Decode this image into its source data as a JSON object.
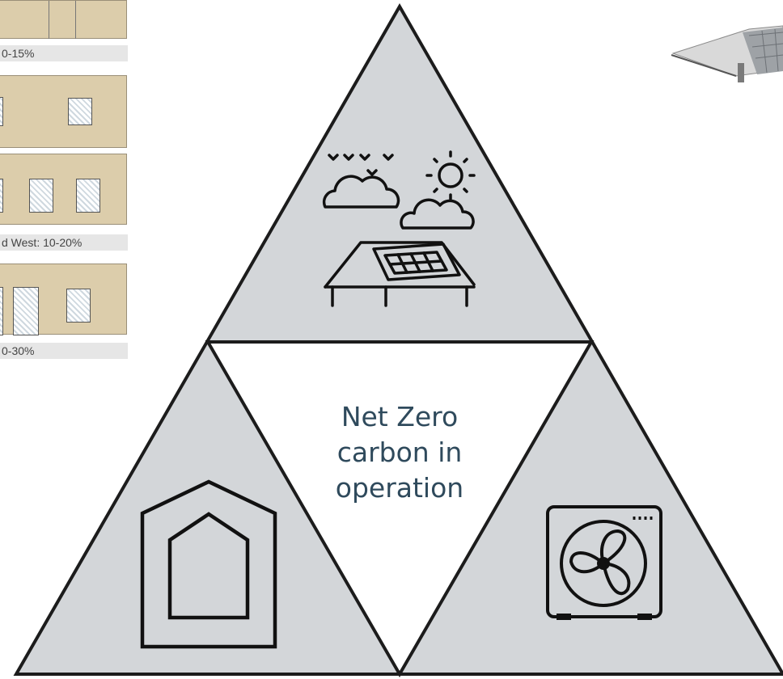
{
  "left_panel": {
    "labels": [
      "0-15%",
      "d West: 10-20%",
      "0-30%"
    ]
  },
  "diagram": {
    "center_text": "Net Zero\ncarbon in\noperation",
    "colors": {
      "triangle_fill": "#d3d6d9",
      "center_fill": "#ffffff",
      "outline": "#1c1c1c",
      "text": "#2f4a5c"
    },
    "icons": {
      "top": "renewable-energy-solar-roof-icon",
      "bottom_left": "building-fabric-house-icon",
      "bottom_right": "heat-pump-fan-icon"
    }
  }
}
